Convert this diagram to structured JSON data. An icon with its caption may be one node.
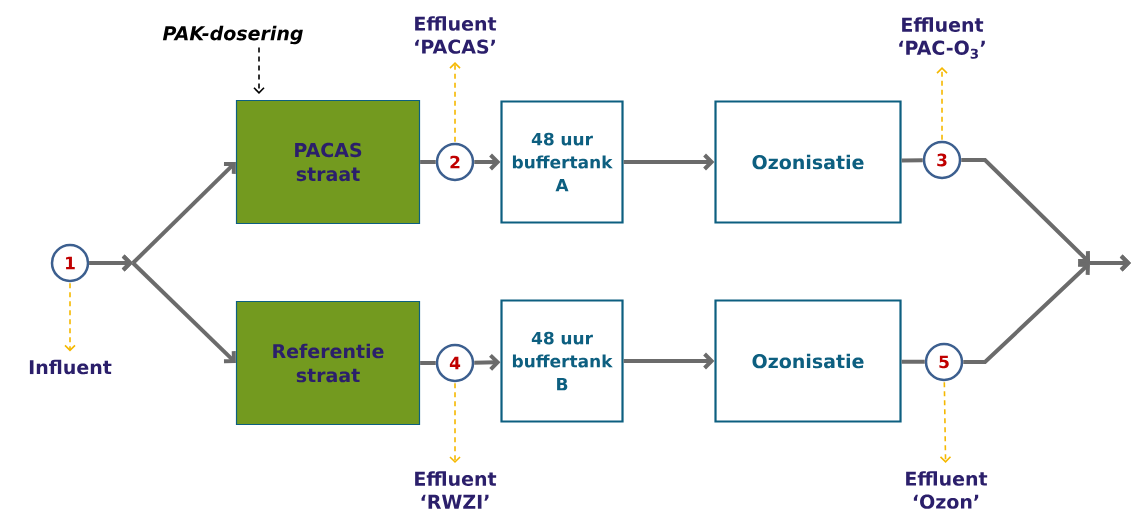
{
  "diagram": {
    "nodes": [
      {
        "text": [
          "1"
        ]
      },
      {
        "text": [
          "PACAS straat"
        ]
      },
      {
        "text": [
          "2"
        ]
      },
      {
        "text": [
          "48 uur buffertank A"
        ]
      },
      {
        "text": [
          "Ozonisatie"
        ]
      },
      {
        "text": [
          "3"
        ]
      },
      {
        "text": [
          "Referentie straat"
        ]
      },
      {
        "text": [
          "4"
        ]
      },
      {
        "text": [
          "48 uur buffertank B"
        ]
      },
      {
        "text": [
          "Ozonisatie"
        ]
      },
      {
        "text": [
          "5"
        ]
      },
      {
        "text": [
          "PAK-dosering"
        ]
      },
      {
        "text": [
          "Effluent ‘PACAS’"
        ]
      },
      {
        "text": [
          "Effluent ‘PAC-O$_{3}$’"
        ]
      },
      {
        "text": [
          "Influent"
        ]
      },
      {
        "text": [
          "Effluent ‘RWZI’"
        ]
      },
      {
        "text": [
          "Effluent ‘Ozon’"
        ]
      }
    ],
    "edges": [
      {
        "from": 0,
        "to": 1,
        "arrow": "to"
      },
      {
        "from": 0,
        "to": 6,
        "arrow": "to"
      },
      {
        "from": 1,
        "to": 2,
        "arrow": "none"
      },
      {
        "from": 2,
        "to": 3,
        "arrow": "to"
      },
      {
        "from": 3,
        "to": 4,
        "arrow": "to"
      },
      {
        "from": 4,
        "to": 5,
        "arrow": "none"
      },
      {
        "from": 5,
        "to": null,
        "arrow": "to"
      },
      {
        "from": 6,
        "to": 7,
        "arrow": "none"
      },
      {
        "from": 7,
        "to": 8,
        "arrow": "to"
      },
      {
        "from": 8,
        "to": 9,
        "arrow": "to"
      },
      {
        "from": 9,
        "to": 10,
        "arrow": "none"
      },
      {
        "from": 10,
        "to": null,
        "arrow": "to"
      },
      {
        "from": 11,
        "to": 1,
        "arrow": "to",
        "style": "dashed",
        "color": "#000000"
      },
      {
        "from": 2,
        "to": 12,
        "arrow": "to",
        "style": "dashed",
        "color": "#f5b800"
      },
      {
        "from": 5,
        "to": 13,
        "arrow": "to",
        "style": "dashed",
        "color": "#f5b800"
      },
      {
        "from": 0,
        "to": 14,
        "arrow": "to",
        "style": "dashed",
        "color": "#f5b800"
      },
      {
        "from": 7,
        "to": 15,
        "arrow": "to",
        "style": "dashed",
        "color": "#f5b800"
      },
      {
        "from": 10,
        "to": 16,
        "arrow": "to",
        "style": "dashed",
        "color": "#f5b800"
      }
    ]
  }
}
